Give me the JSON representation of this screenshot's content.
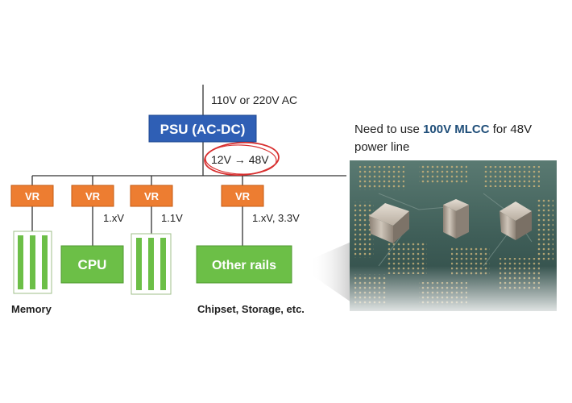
{
  "diagram": {
    "input_label": "110V or 220V AC",
    "psu_label": "PSU (AC-DC)",
    "bus_label": "12V → 48V",
    "vr_label": "VR",
    "cpu_voltage": "1.xV",
    "mem2_voltage": "1.1V",
    "other_voltage": "1.xV, 3.3V",
    "cpu_label": "CPU",
    "other_label": "Other rails",
    "memory_caption": "Memory",
    "chipset_caption": "Chipset, Storage, etc."
  },
  "note": {
    "text_before": "Need to use ",
    "highlight": "100V MLCC",
    "text_after": " for 48V power line"
  },
  "colors": {
    "psu_blue": "#2f5fb5",
    "vr_orange": "#ed7d31",
    "green": "#6cbf47",
    "red_circle": "#d83030",
    "highlight": "#1f4e79"
  },
  "photo": {
    "icon": "mlcc-photo-icon"
  }
}
